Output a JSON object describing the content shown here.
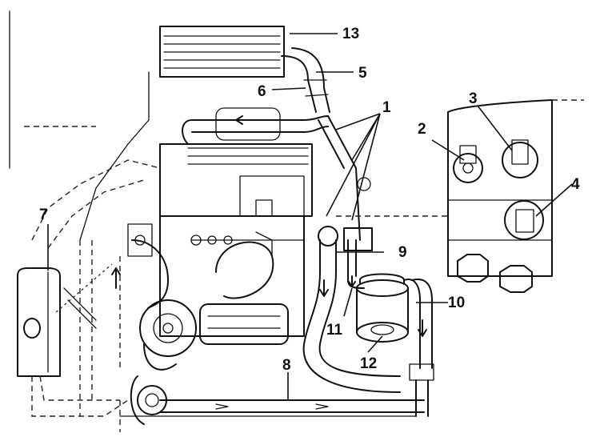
{
  "callouts": {
    "c1": "1",
    "c2": "2",
    "c3": "3",
    "c4": "4",
    "c5": "5",
    "c6": "6",
    "c7": "7",
    "c8": "8",
    "c9": "9",
    "c10": "10",
    "c11": "11",
    "c12": "12",
    "c13": "13"
  },
  "colors": {
    "ink": "#111111",
    "paper": "#ffffff"
  }
}
